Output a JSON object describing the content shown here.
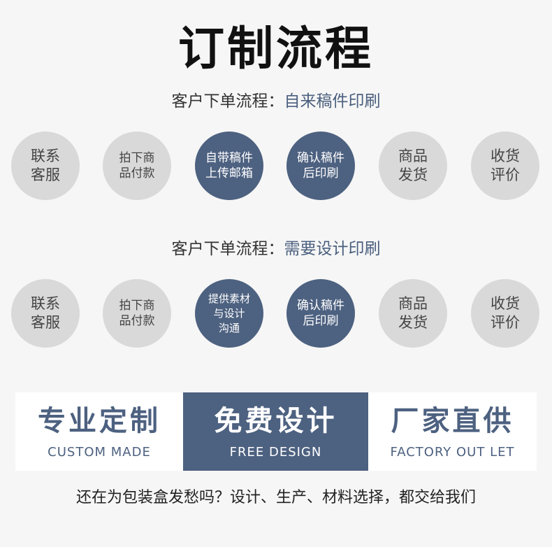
{
  "title": "订制流程",
  "flow1": {
    "prefix": "客户下单流程：",
    "accent": "自来稿件印刷",
    "steps": [
      "联系\n客服",
      "拍下商\n品付款",
      "自带稿件\n上传邮箱",
      "确认稿件\n后印刷",
      "商品\n发货",
      "收货\n评价"
    ]
  },
  "flow2": {
    "prefix": "客户下单流程：",
    "accent": "需要设计印刷",
    "steps": [
      "联系\n客服",
      "拍下商\n品付款",
      "提供素材\n与设计\n沟通",
      "确认稿件\n后印刷",
      "商品\n发货",
      "收货\n评价"
    ]
  },
  "banners": [
    {
      "title": "专业定制",
      "subtitle": "CUSTOM MADE"
    },
    {
      "title": "免费设计",
      "subtitle": "FREE DESIGN"
    },
    {
      "title": "厂家直供",
      "subtitle": "FACTORY OUT LET"
    }
  ],
  "footer": "还在为包装盒发愁吗？设计、生产、材料选择，都交给我们",
  "colors": {
    "accent": "#4d6180",
    "circle_gray": "#d9d9d9",
    "background": "#f6f6f6"
  }
}
